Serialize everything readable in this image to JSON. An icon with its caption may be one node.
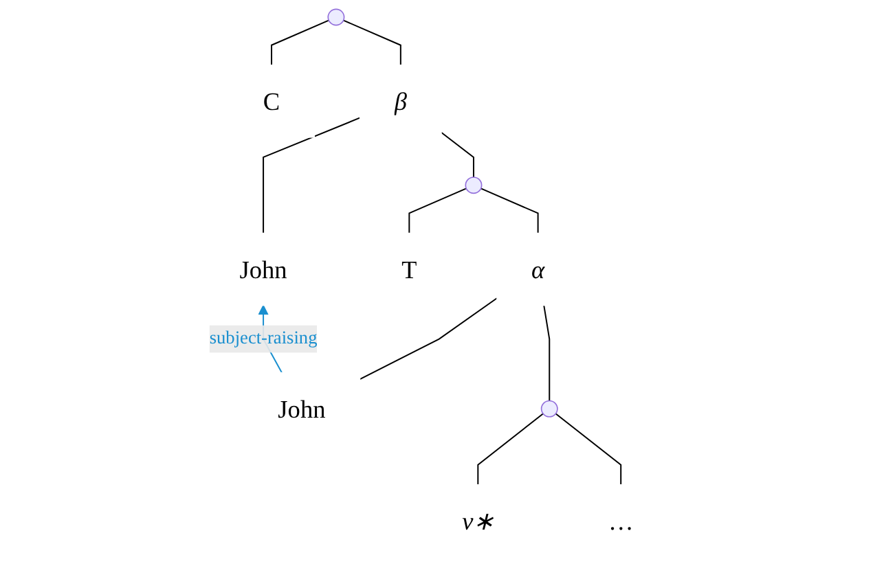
{
  "diagram": {
    "nodes": [
      {
        "text": [],
        "shape": "circle"
      },
      {
        "text": [
          "C"
        ]
      },
      {
        "text": [
          "β"
        ]
      },
      {
        "text": [
          "John"
        ]
      },
      {
        "text": [],
        "shape": "circle"
      },
      {
        "text": [
          "T"
        ]
      },
      {
        "text": [
          "α"
        ]
      },
      {
        "text": [
          "John"
        ]
      },
      {
        "text": [],
        "shape": "circle"
      },
      {
        "text": [
          "v∗"
        ]
      },
      {
        "text": [
          "…"
        ]
      }
    ],
    "edges": [
      {
        "from": 0,
        "to": 1,
        "arrow": "none"
      },
      {
        "from": 0,
        "to": 2,
        "arrow": "none"
      },
      {
        "from": 2,
        "to": 3,
        "arrow": "none"
      },
      {
        "from": 2,
        "to": 4,
        "arrow": "none"
      },
      {
        "from": 4,
        "to": 5,
        "arrow": "none"
      },
      {
        "from": 4,
        "to": 6,
        "arrow": "none"
      },
      {
        "from": 6,
        "to": 7,
        "arrow": "none"
      },
      {
        "from": 6,
        "to": 8,
        "arrow": "none"
      },
      {
        "from": 8,
        "to": 9,
        "arrow": "none"
      },
      {
        "from": 8,
        "to": 10,
        "arrow": "none"
      },
      {
        "from": 7,
        "to": 3,
        "arrow": "to",
        "label": "subject-raising",
        "color": "#1a8fcf"
      }
    ]
  }
}
